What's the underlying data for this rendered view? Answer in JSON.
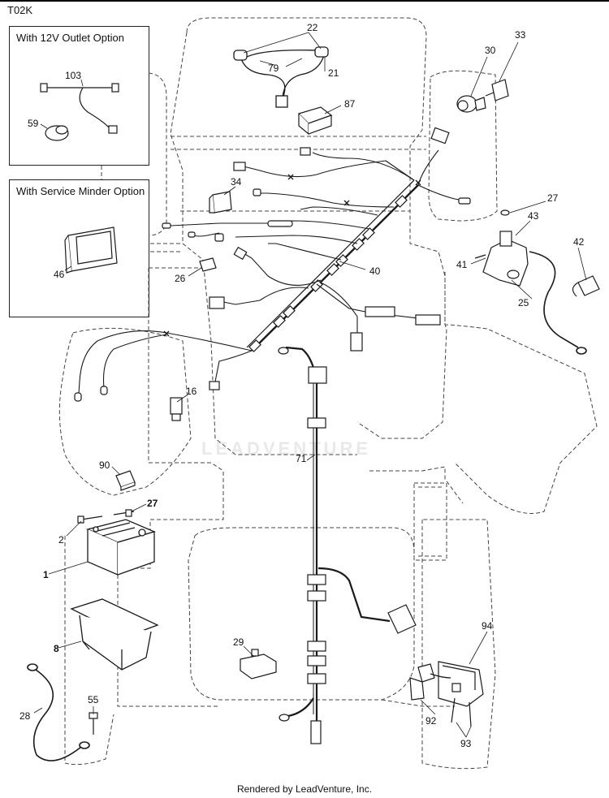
{
  "page_code": "T02K",
  "insets": {
    "outlet": {
      "title": "With 12V Outlet Option"
    },
    "minder": {
      "title": "With Service Minder Option"
    }
  },
  "callouts": {
    "c22": "22",
    "c79": "79",
    "c21": "21",
    "c87": "87",
    "c30": "30",
    "c33": "33",
    "c34": "34",
    "c27a": "27",
    "c43": "43",
    "c42": "42",
    "c41": "41",
    "c25": "25",
    "c40": "40",
    "c26": "26",
    "c16": "16",
    "c90": "90",
    "c71": "71",
    "c27b": "27",
    "c2": "2",
    "c1": "1",
    "c8": "8",
    "c29": "29",
    "c94": "94",
    "c28": "28",
    "c55": "55",
    "c92": "92",
    "c93": "93",
    "c103": "103",
    "c59": "59",
    "c46": "46"
  },
  "watermark": "LEADVENTURE",
  "footer": "Rendered by LeadVenture, Inc."
}
